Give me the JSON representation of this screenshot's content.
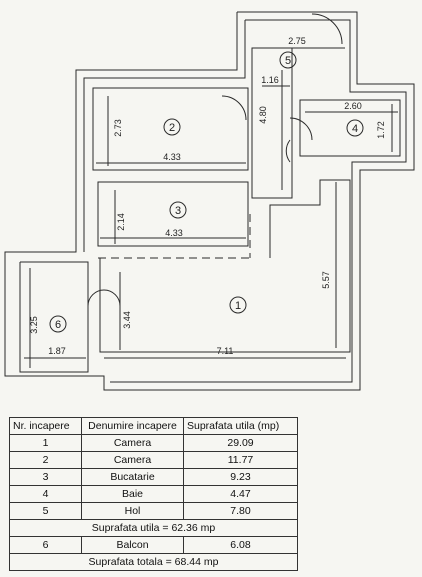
{
  "plan": {
    "rooms": [
      {
        "num": "1",
        "name": "Camera"
      },
      {
        "num": "2",
        "name": "Camera"
      },
      {
        "num": "3",
        "name": "Bucatarie"
      },
      {
        "num": "4",
        "name": "Baie"
      },
      {
        "num": "5",
        "name": "Hol"
      },
      {
        "num": "6",
        "name": "Balcon"
      }
    ],
    "dimensions": {
      "hol_width": "2.75",
      "hol_corridor": "1.16",
      "hol_length": "4.80",
      "room2_height": "2.73",
      "room2_width": "4.33",
      "room3_height": "2.14",
      "room3_width": "4.33",
      "baie_width": "2.60",
      "baie_height": "1.72",
      "room1_height": "5.57",
      "room1_depth": "3.44",
      "room1_width": "7.11",
      "balcon_height": "3.25",
      "balcon_width": "1.87"
    }
  },
  "table": {
    "headers": [
      "Nr. incapere",
      "Denumire incapere",
      "Suprafata utila (mp)"
    ],
    "rows": [
      {
        "nr": "1",
        "name": "Camera",
        "area": "29.09"
      },
      {
        "nr": "2",
        "name": "Camera",
        "area": "11.77"
      },
      {
        "nr": "3",
        "name": "Bucatarie",
        "area": "9.23"
      },
      {
        "nr": "4",
        "name": "Baie",
        "area": "4.47"
      },
      {
        "nr": "5",
        "name": "Hol",
        "area": "7.80"
      }
    ],
    "subtotal": "Suprafata utila = 62.36 mp",
    "balcony_row": {
      "nr": "6",
      "name": "Balcon",
      "area": "6.08"
    },
    "total": "Suprafata totala = 68.44 mp"
  }
}
